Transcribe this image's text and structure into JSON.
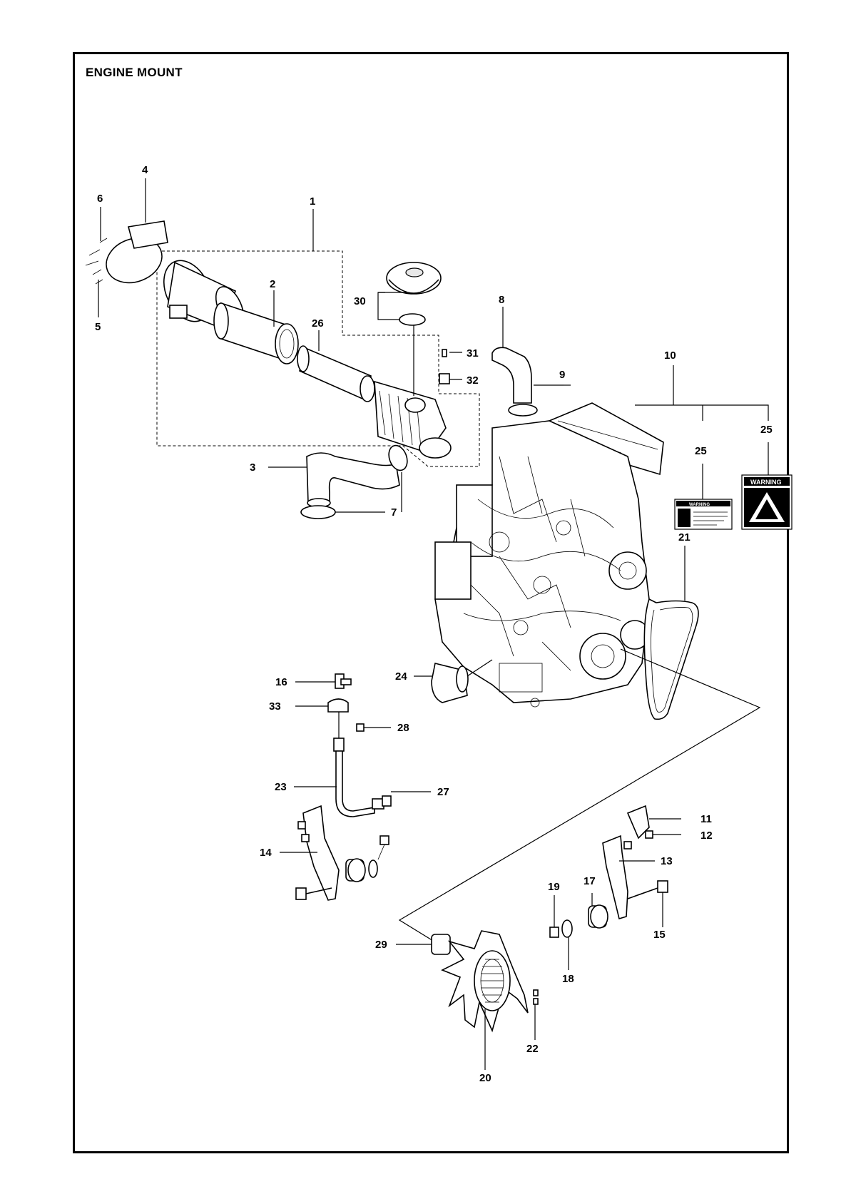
{
  "title": "ENGINE MOUNT",
  "callouts": [
    "1",
    "2",
    "3",
    "4",
    "5",
    "6",
    "7",
    "8",
    "9",
    "10",
    "11",
    "12",
    "13",
    "14",
    "15",
    "16",
    "17",
    "18",
    "19",
    "20",
    "21",
    "22",
    "23",
    "24",
    "25",
    "25",
    "26",
    "27",
    "28",
    "29",
    "30",
    "31",
    "32",
    "33"
  ],
  "decals": {
    "small_warning": "WARNING",
    "large_warning": "WARNING"
  }
}
